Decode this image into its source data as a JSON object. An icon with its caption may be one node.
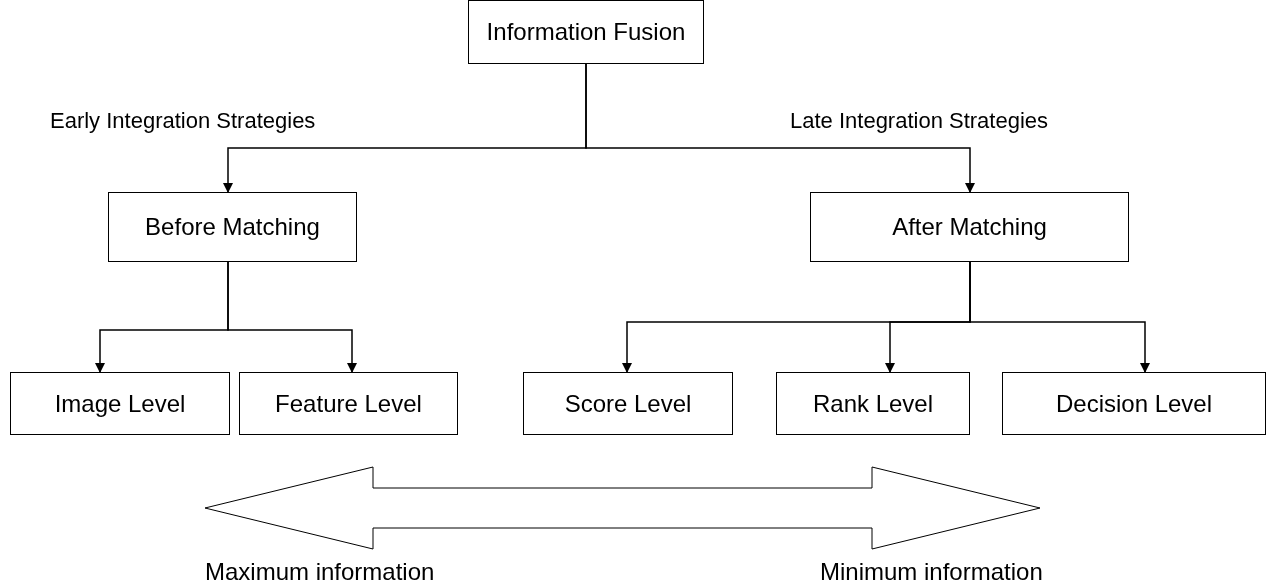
{
  "diagram": {
    "nodes": [
      {
        "text": [
          "Information Fusion"
        ]
      },
      {
        "text": [
          "Before Matching"
        ]
      },
      {
        "text": [
          "After Matching"
        ]
      },
      {
        "text": [
          "Image Level"
        ]
      },
      {
        "text": [
          "Feature Level"
        ]
      },
      {
        "text": [
          "Score Level"
        ]
      },
      {
        "text": [
          "Rank Level"
        ]
      },
      {
        "text": [
          "Decision Level"
        ]
      }
    ],
    "edges": [
      {
        "from": 0,
        "to": 1,
        "arrow": "to"
      },
      {
        "from": 0,
        "to": 2,
        "arrow": "to"
      },
      {
        "from": 1,
        "to": 3,
        "arrow": "to"
      },
      {
        "from": 1,
        "to": 4,
        "arrow": "to"
      },
      {
        "from": 2,
        "to": 5,
        "arrow": "to"
      },
      {
        "from": 2,
        "to": 6,
        "arrow": "to"
      },
      {
        "from": 2,
        "to": 7,
        "arrow": "to"
      }
    ],
    "labels": [
      "Early Integration Strategies",
      "Late Integration Strategies",
      "Maximum information",
      "Minimum information"
    ]
  }
}
